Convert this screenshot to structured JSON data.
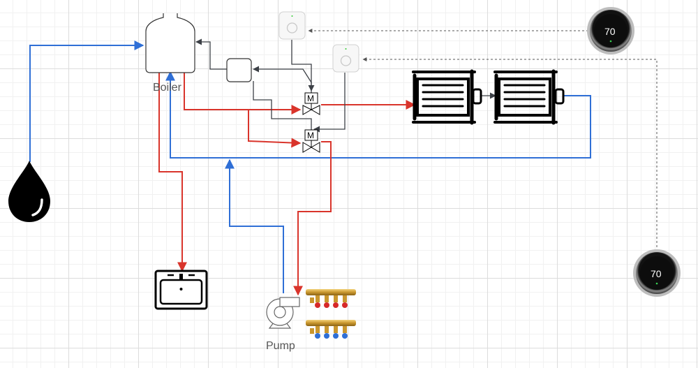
{
  "labels": {
    "boiler": "Boiler",
    "pump": "Pump",
    "valve_top": "M",
    "valve_bottom": "M"
  },
  "thermostats": [
    {
      "reading": "70"
    },
    {
      "reading": "70"
    }
  ],
  "colors": {
    "hot_pipe": "#d9342b",
    "cold_pipe": "#2f6fd6",
    "control_line": "#3c4046",
    "signal_dashed": "#666666",
    "component_outline": "#000000"
  },
  "icons": [
    "water-drop-icon",
    "boiler-icon",
    "sink-icon",
    "pump-icon",
    "manifold-icon",
    "radiator-icon",
    "zone-valve-icon",
    "wifi-hub-icon",
    "thermostat-icon"
  ]
}
